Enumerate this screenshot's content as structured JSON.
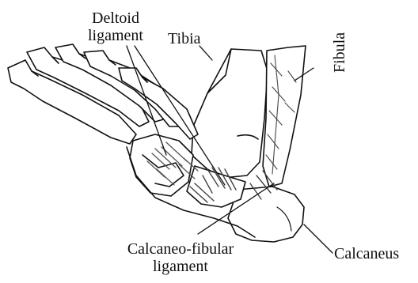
{
  "labels": {
    "deltoid_line1": "Deltoid",
    "deltoid_line2": "ligament",
    "tibia": "Tibia",
    "fibula": "Fibula",
    "calcaneo_line1": "Calcaneo-fibular",
    "calcaneo_line2": "ligament",
    "calcaneus": "Calcaneus"
  },
  "colors": {
    "ink": "#111111",
    "shade": "#555555",
    "paper": "#ffffff"
  }
}
